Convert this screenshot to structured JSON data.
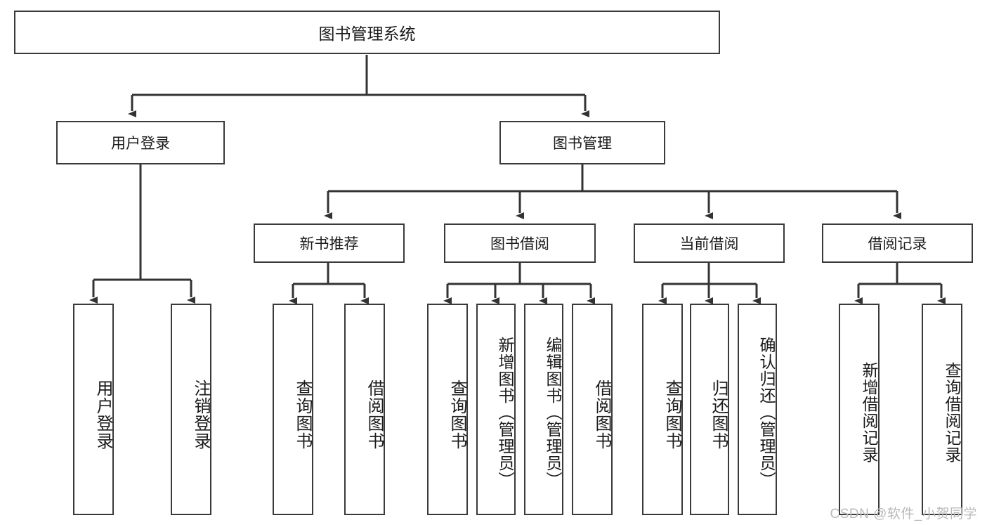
{
  "diagram": {
    "title": "图书管理系统",
    "type": "tree-hierarchy-chart",
    "root": {
      "id": "root",
      "label": "图书管理系统"
    },
    "level1": [
      {
        "id": "user-login",
        "label": "用户登录"
      },
      {
        "id": "book-manage",
        "label": "图书管理"
      }
    ],
    "level2": [
      {
        "id": "new-book-recommend",
        "label": "新书推荐",
        "parent": "book-manage"
      },
      {
        "id": "book-borrow",
        "label": "图书借阅",
        "parent": "book-manage"
      },
      {
        "id": "current-borrow",
        "label": "当前借阅",
        "parent": "book-manage"
      },
      {
        "id": "borrow-record",
        "label": "借阅记录",
        "parent": "book-manage"
      }
    ],
    "leaves": [
      {
        "id": "leaf-user-login",
        "label": "用户登录",
        "parent": "user-login"
      },
      {
        "id": "leaf-logout-login",
        "label": "注销登录",
        "parent": "user-login"
      },
      {
        "id": "leaf-query-book-1",
        "label": "查询图书",
        "parent": "new-book-recommend"
      },
      {
        "id": "leaf-borrow-book-1",
        "label": "借阅图书",
        "parent": "new-book-recommend"
      },
      {
        "id": "leaf-query-book-2",
        "label": "查询图书",
        "parent": "book-borrow"
      },
      {
        "id": "leaf-add-book-admin",
        "label": "新增图书（管理员）",
        "parent": "book-borrow"
      },
      {
        "id": "leaf-edit-book-admin",
        "label": "编辑图书（管理员）",
        "parent": "book-borrow"
      },
      {
        "id": "leaf-borrow-book-2",
        "label": "借阅图书",
        "parent": "book-borrow"
      },
      {
        "id": "leaf-query-book-3",
        "label": "查询图书",
        "parent": "current-borrow"
      },
      {
        "id": "leaf-return-book",
        "label": "归还图书",
        "parent": "current-borrow"
      },
      {
        "id": "leaf-confirm-return",
        "label": "确认归还（管理员）",
        "parent": "current-borrow"
      },
      {
        "id": "leaf-add-record",
        "label": "新增借阅记录",
        "parent": "borrow-record"
      },
      {
        "id": "leaf-query-record",
        "label": "查询借阅记录",
        "parent": "borrow-record"
      }
    ],
    "colors": {
      "background": "#ffffff",
      "box_border": "#3a3a3a",
      "connector": "#333333",
      "text": "#1b1b1b",
      "watermark": "#b9b9b9"
    }
  },
  "watermark": {
    "text": "CSDN @软件_小贺同学"
  }
}
